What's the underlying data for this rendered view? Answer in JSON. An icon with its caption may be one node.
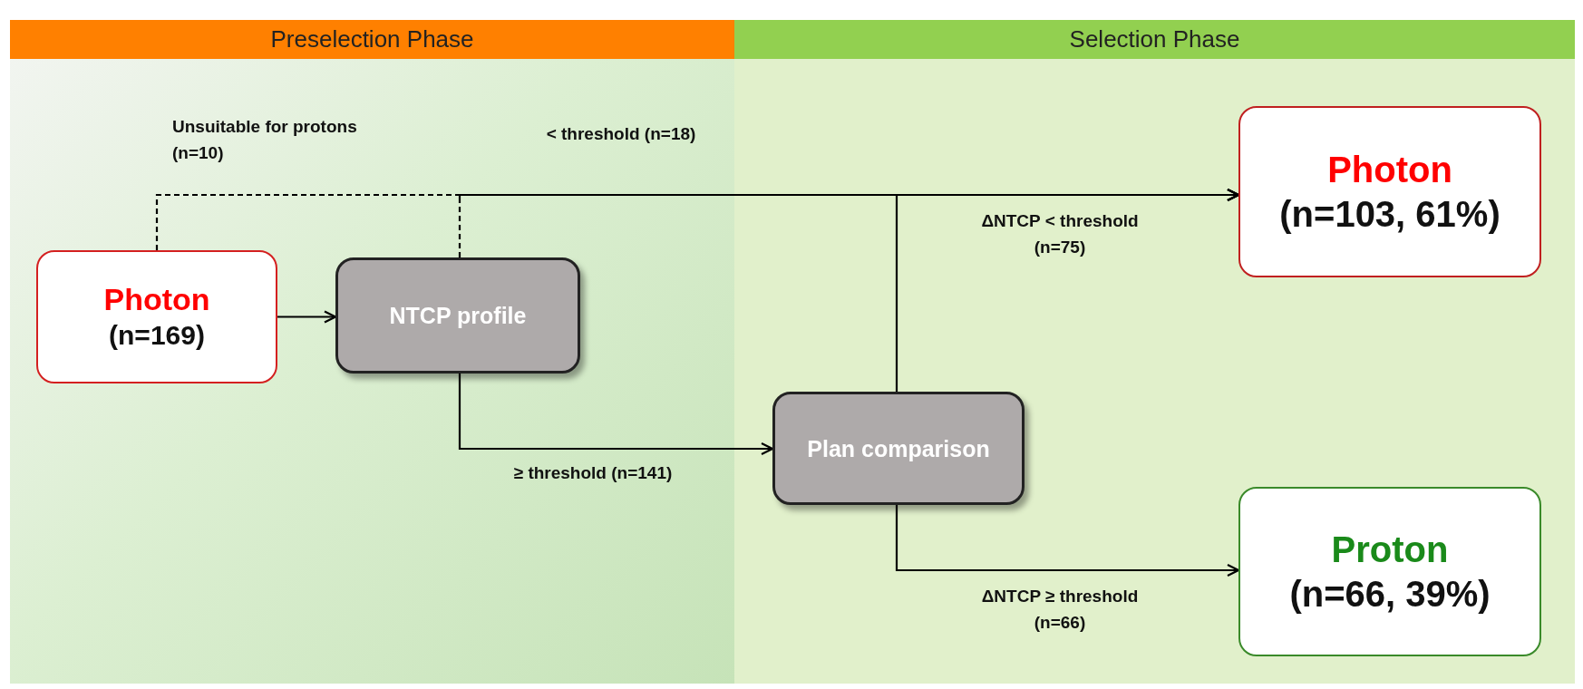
{
  "diagram": {
    "nodes": [
      {
        "text": [
          "Preselection Phase"
        ]
      },
      {
        "text": [
          "Selection Phase"
        ]
      },
      {
        "text": [
          "Photon",
          "(n=169)"
        ],
        "in": 0
      },
      {
        "text": [
          "NTCP profile"
        ],
        "in": 0
      },
      {
        "text": [
          "Plan comparison"
        ],
        "in": 1
      },
      {
        "text": [
          "Photon",
          "(n=103, 61%)"
        ],
        "in": 1
      },
      {
        "text": [
          "Proton",
          "(n=66, 39%)"
        ],
        "in": 1
      }
    ],
    "edges": [
      {
        "from": 2,
        "to": 3,
        "arrow": "to"
      },
      {
        "from": 2,
        "to": 5,
        "arrow": "to",
        "label": "Unsuitable for protons (n=10)",
        "style": "dashed"
      },
      {
        "from": 3,
        "to": 5,
        "arrow": "to",
        "label": "< threshold (n=18)",
        "style": "dashed"
      },
      {
        "from": 4,
        "to": 5,
        "arrow": "to",
        "label": "ΔNTCP < threshold (n=75)"
      },
      {
        "from": 3,
        "to": 4,
        "arrow": "to",
        "label": "≥ threshold (n=141)"
      },
      {
        "from": 4,
        "to": 6,
        "arrow": "to",
        "label": "ΔNTCP ≥ threshold (n=66)"
      }
    ]
  }
}
